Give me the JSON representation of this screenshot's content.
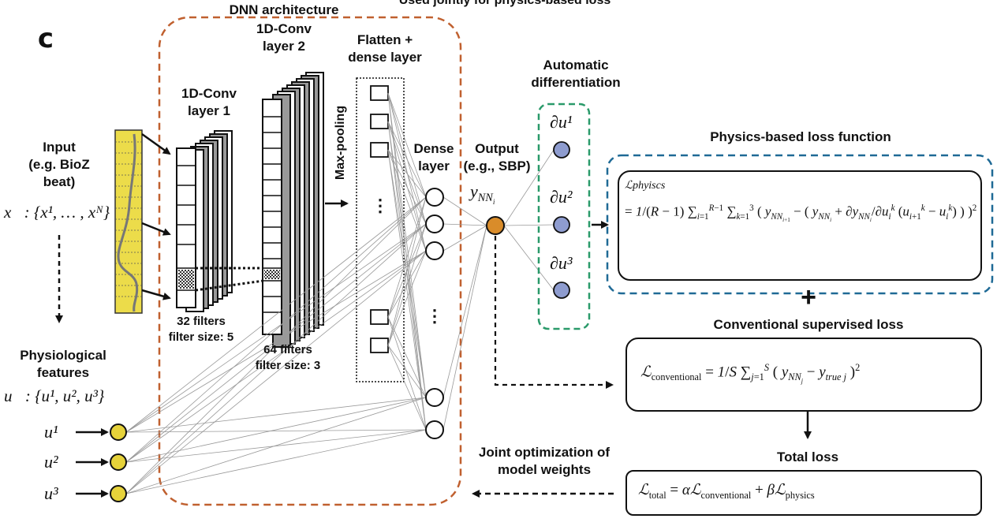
{
  "header": {
    "top_caption": "Used jointly for physics-based loss",
    "panel_letter": "c",
    "dnn_title": "DNN architecture"
  },
  "input": {
    "title": "Input\n(e.g. BioZ\nbeat)",
    "vector": "x⃗: {x¹, … , xᴺ}"
  },
  "layers": {
    "conv1": "1D-Conv\nlayer 1",
    "conv1_filters": "32 filters\nfilter size: 5",
    "conv2": "1D-Conv\nlayer 2",
    "conv2_filters": "64 filters\nfilter size: 3",
    "maxpool": "Max-pooling",
    "flatten": "Flatten +\ndense layer",
    "dense": "Dense\nlayer",
    "vdots_flatten": "⋮",
    "vdots_dense": "⋮"
  },
  "physio": {
    "title": "Physiological\nfeatures",
    "vector": "u⃗: {u¹, u², u³}",
    "inputs": [
      "u¹",
      "u²",
      "u³"
    ]
  },
  "output": {
    "title": "Output\n(e.g., SBP)",
    "symbol": "y_NN_i"
  },
  "autodiff": {
    "title": "Automatic\ndifferentiation",
    "partials": [
      "∂u¹",
      "∂u²",
      "∂u³"
    ]
  },
  "losses": {
    "physics_title": "Physics-based loss function",
    "physics_symbol": "ℒphyiscs",
    "conventional_title": "Conventional supervised loss",
    "total_title": "Total loss",
    "plus": "+",
    "joint_label": "Joint optimization of\nmodel weights"
  },
  "colors": {
    "dnn_border": "#c0602f",
    "autodiff_border": "#2a9a6a",
    "physics_border": "#1f6a96",
    "output_node": "#d98c2a",
    "partial_node": "#8e9ccf",
    "input_node": "#e6d23a",
    "input_signal": "#ecdc4a"
  }
}
